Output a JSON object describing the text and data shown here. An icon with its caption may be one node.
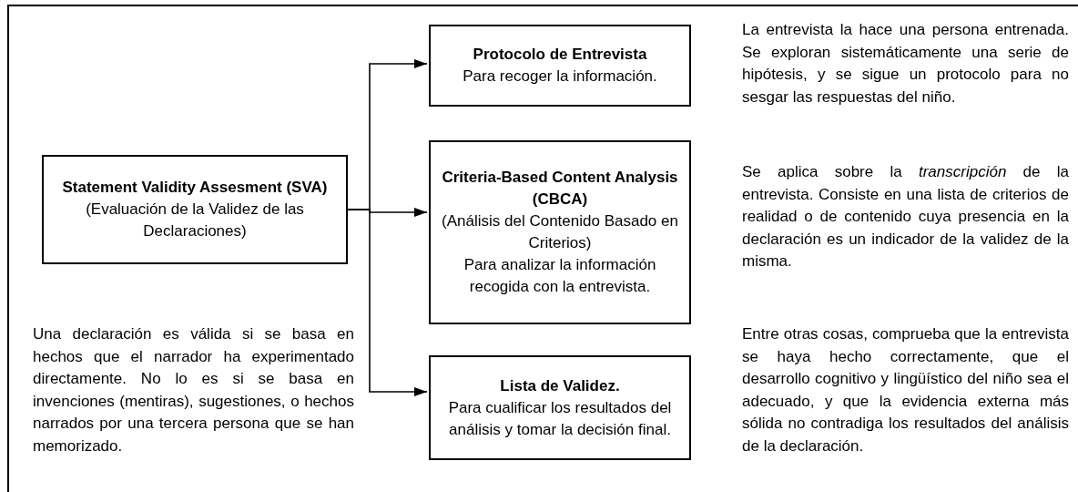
{
  "diagram": {
    "nodes": [
      {
        "text": [
          "Statement Validity Assesment (SVA)",
          "(Evaluación de la Validez de las Declaraciones)"
        ]
      },
      {
        "text": [
          "Protocolo de Entrevista",
          "Para recoger la información."
        ],
        "beside": [
          "La entrevista la hace una persona entrenada. Se exploran sistemáticamente una serie de hipótesis, y se sigue un protocolo para no sesgar las respuestas del niño."
        ]
      },
      {
        "text": [
          "Criteria-Based Content Analysis (CBCA)",
          "(Análisis del Contenido Basado en Criterios)",
          "Para analizar la información recogida con la entrevista."
        ],
        "beside": [
          "Se aplica sobre la *transcripción* de la entrevista. Consiste en una lista de criterios de realidad o de contenido cuya presencia en la declaración es un indicador de la validez de la misma."
        ]
      },
      {
        "text": [
          "Lista de Validez.",
          "Para cualificar los resultados del análisis y tomar la decisión final."
        ],
        "beside": [
          "Entre otras cosas, comprueba que la entrevista se haya hecho correctamente, que el desarrollo cognitivo y lingüístico del niño sea el adecuado, y que la evidencia externa más sólida no contradiga los resultados del análisis de la declaración."
        ]
      }
    ],
    "edges": [
      {
        "from": 0,
        "to": 1,
        "arrow": "to"
      },
      {
        "from": 0,
        "to": 2,
        "arrow": "to"
      },
      {
        "from": 0,
        "to": 3,
        "arrow": "to"
      }
    ],
    "labels": [
      "Una declaración es válida si se basa en hechos que el narrador ha experimentado directamente. No lo es si se basa en invenciones (mentiras), sugestiones, o hechos narrados por una tercera persona que se han memorizado."
    ]
  }
}
